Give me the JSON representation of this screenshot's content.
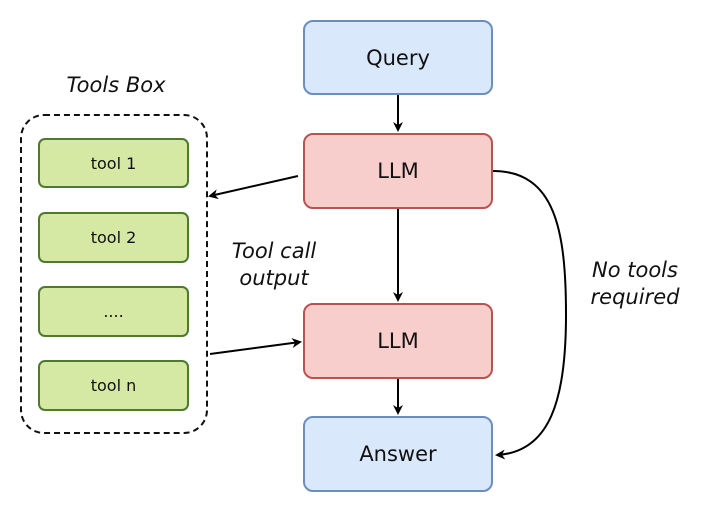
{
  "tools_box": {
    "title": "Tools Box",
    "tools": [
      "tool 1",
      "tool 2",
      "....",
      "tool n"
    ]
  },
  "nodes": {
    "query": "Query",
    "llm_first": "LLM",
    "llm_second": "LLM",
    "answer": "Answer"
  },
  "edge_labels": {
    "tool_call_output": "Tool call\noutput",
    "no_tools_required": "No tools\nrequired"
  },
  "colors": {
    "blue_fill": "#dae8fc",
    "blue_stroke": "#6c8ebf",
    "red_fill": "#f8cecc",
    "red_stroke": "#b85450",
    "green_fill": "#d5e8a4",
    "green_stroke": "#4d7a2e",
    "edge": "#000000"
  }
}
